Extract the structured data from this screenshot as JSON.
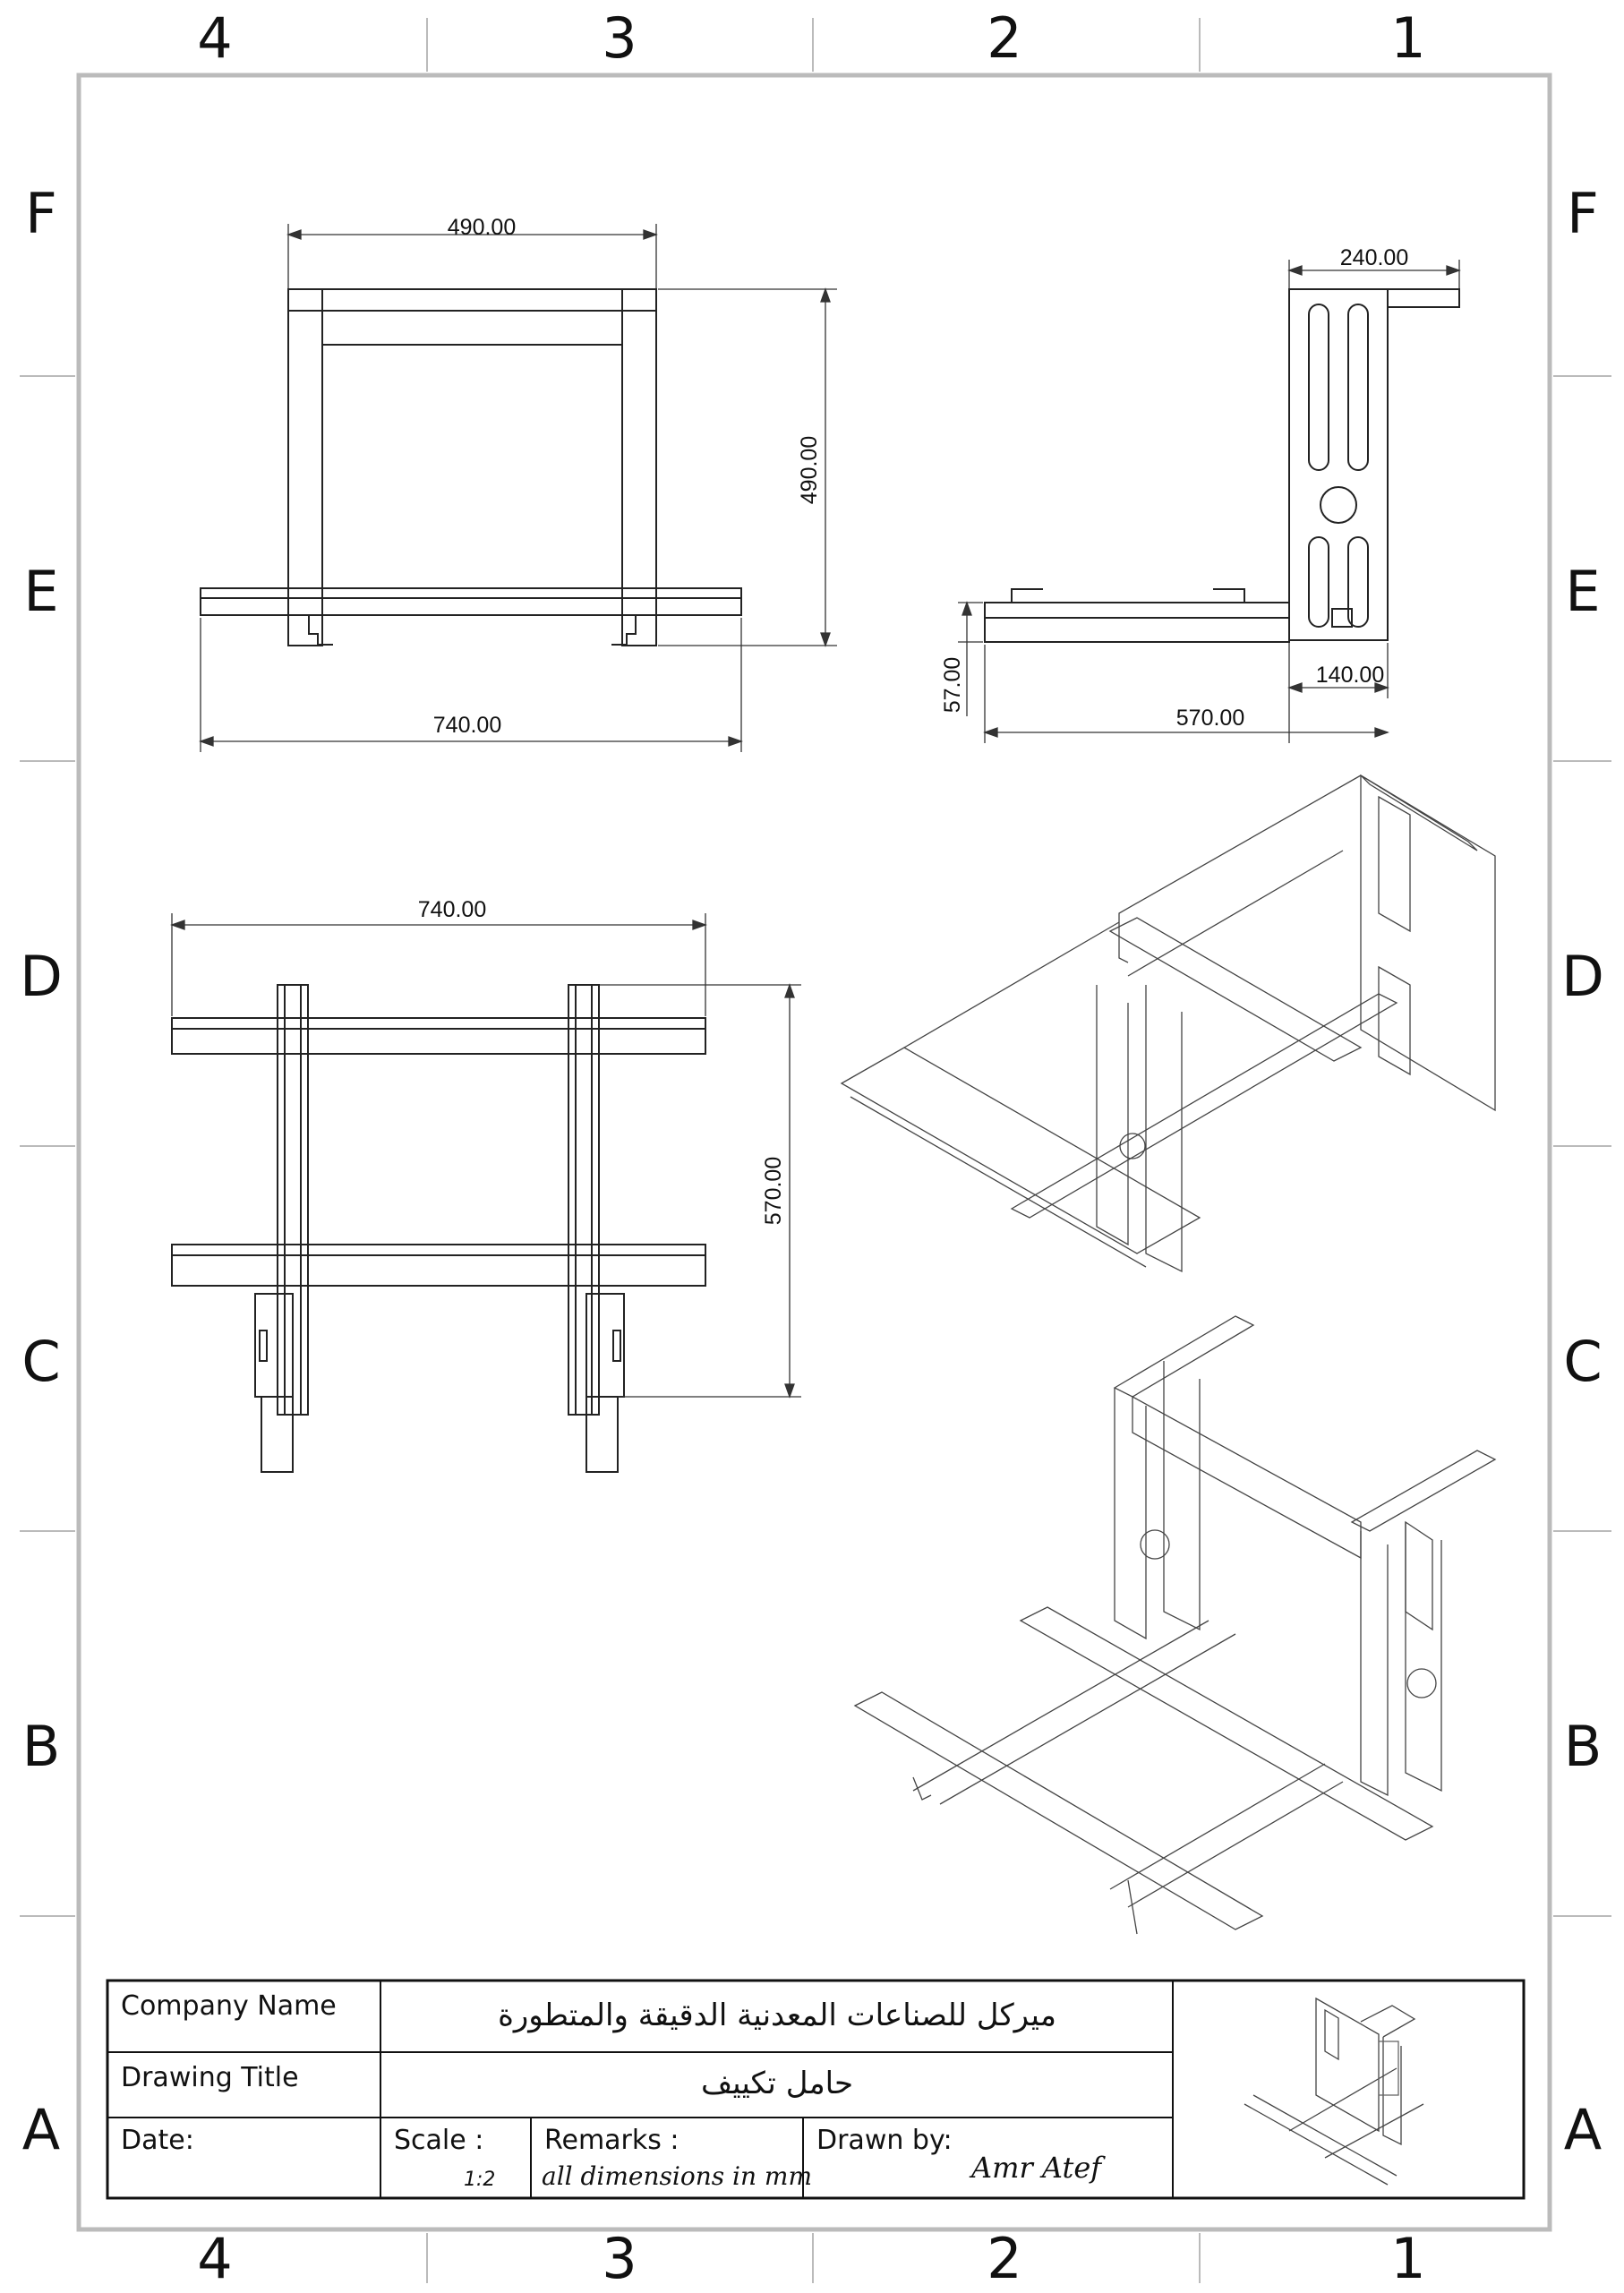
{
  "sheet": {
    "zones_columns": [
      "4",
      "3",
      "2",
      "1"
    ],
    "zones_rows": [
      "F",
      "E",
      "D",
      "C",
      "B",
      "A"
    ]
  },
  "views": {
    "front": {
      "dims": {
        "top_width": "490.00",
        "height": "490.00",
        "overall_width": "740.00"
      }
    },
    "side": {
      "dims": {
        "top_depth": "240.00",
        "foot": "140.00",
        "base_height": "57.00",
        "overall_depth": "570.00"
      }
    },
    "top": {
      "dims": {
        "width": "740.00",
        "depth": "570.00"
      }
    }
  },
  "title_block": {
    "company_label": "Company Name",
    "company_value": "ميركل للصناعات المعدنية الدقيقة والمتطورة",
    "title_label": "Drawing Title",
    "title_value": "حامل تكييف",
    "date_label": "Date:",
    "scale_label": "Scale :",
    "scale_value": "1:2",
    "remarks_label": "Remarks :",
    "remarks_value": "all dimensions in mm",
    "drawn_label": "Drawn by:",
    "drawn_value": "Amr Atef"
  }
}
